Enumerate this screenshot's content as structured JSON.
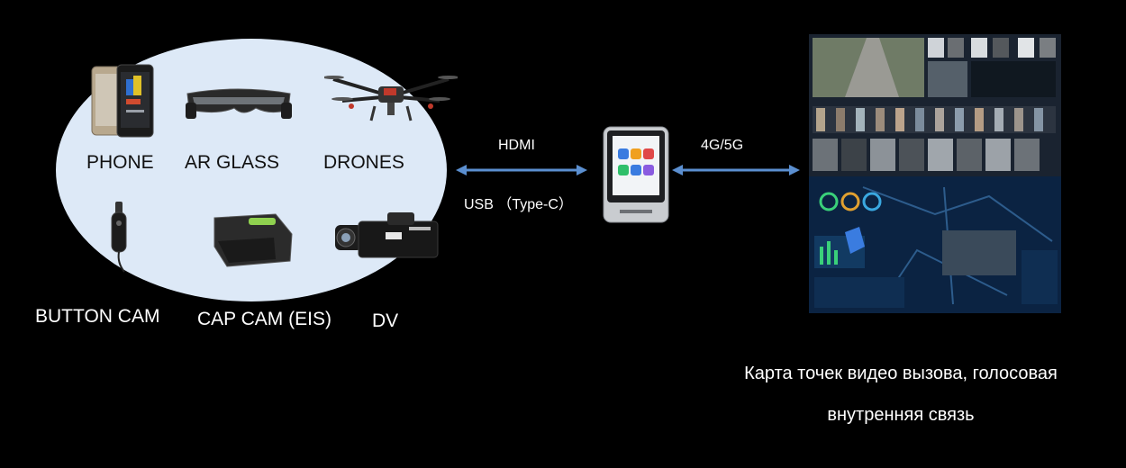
{
  "devices": [
    {
      "id": "phone",
      "label": "PHONE",
      "icon": "phone-icon"
    },
    {
      "id": "ar-glass",
      "label": "AR GLASS",
      "icon": "ar-glasses-icon"
    },
    {
      "id": "drones",
      "label": "DRONES",
      "icon": "drone-icon"
    },
    {
      "id": "button-cam",
      "label": "BUTTON CAM",
      "icon": "button-camera-icon"
    },
    {
      "id": "cap-cam",
      "label": "CAP CAM (EIS)",
      "icon": "cap-camera-icon"
    },
    {
      "id": "dv",
      "label": "DV",
      "icon": "camcorder-icon"
    }
  ],
  "links": {
    "left": {
      "top_label": "HDMI",
      "bottom_label": "USB （Type-C）"
    },
    "right": {
      "top_label": "4G/5G"
    }
  },
  "hub": {
    "icon": "encoder-device-icon"
  },
  "dashboard": {
    "icon": "monitoring-dashboard-icon"
  },
  "caption": {
    "line1": "Карта точек видео вызова, голосовая",
    "line2": "внутренняя связь"
  },
  "colors": {
    "background": "#000000",
    "ellipse": "#dde9f7",
    "arrow": "#5b8fd0",
    "dashboard_bg": "#0b2342"
  }
}
